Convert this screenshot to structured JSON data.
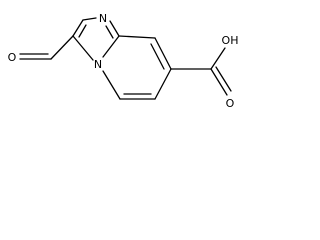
{
  "molecule": {
    "atom_labels": {
      "n_imidazole": "N",
      "n_bridgehead": "N",
      "o_aldehyde": "O",
      "o_carbonyl": "O",
      "oh_group": "OH"
    }
  }
}
